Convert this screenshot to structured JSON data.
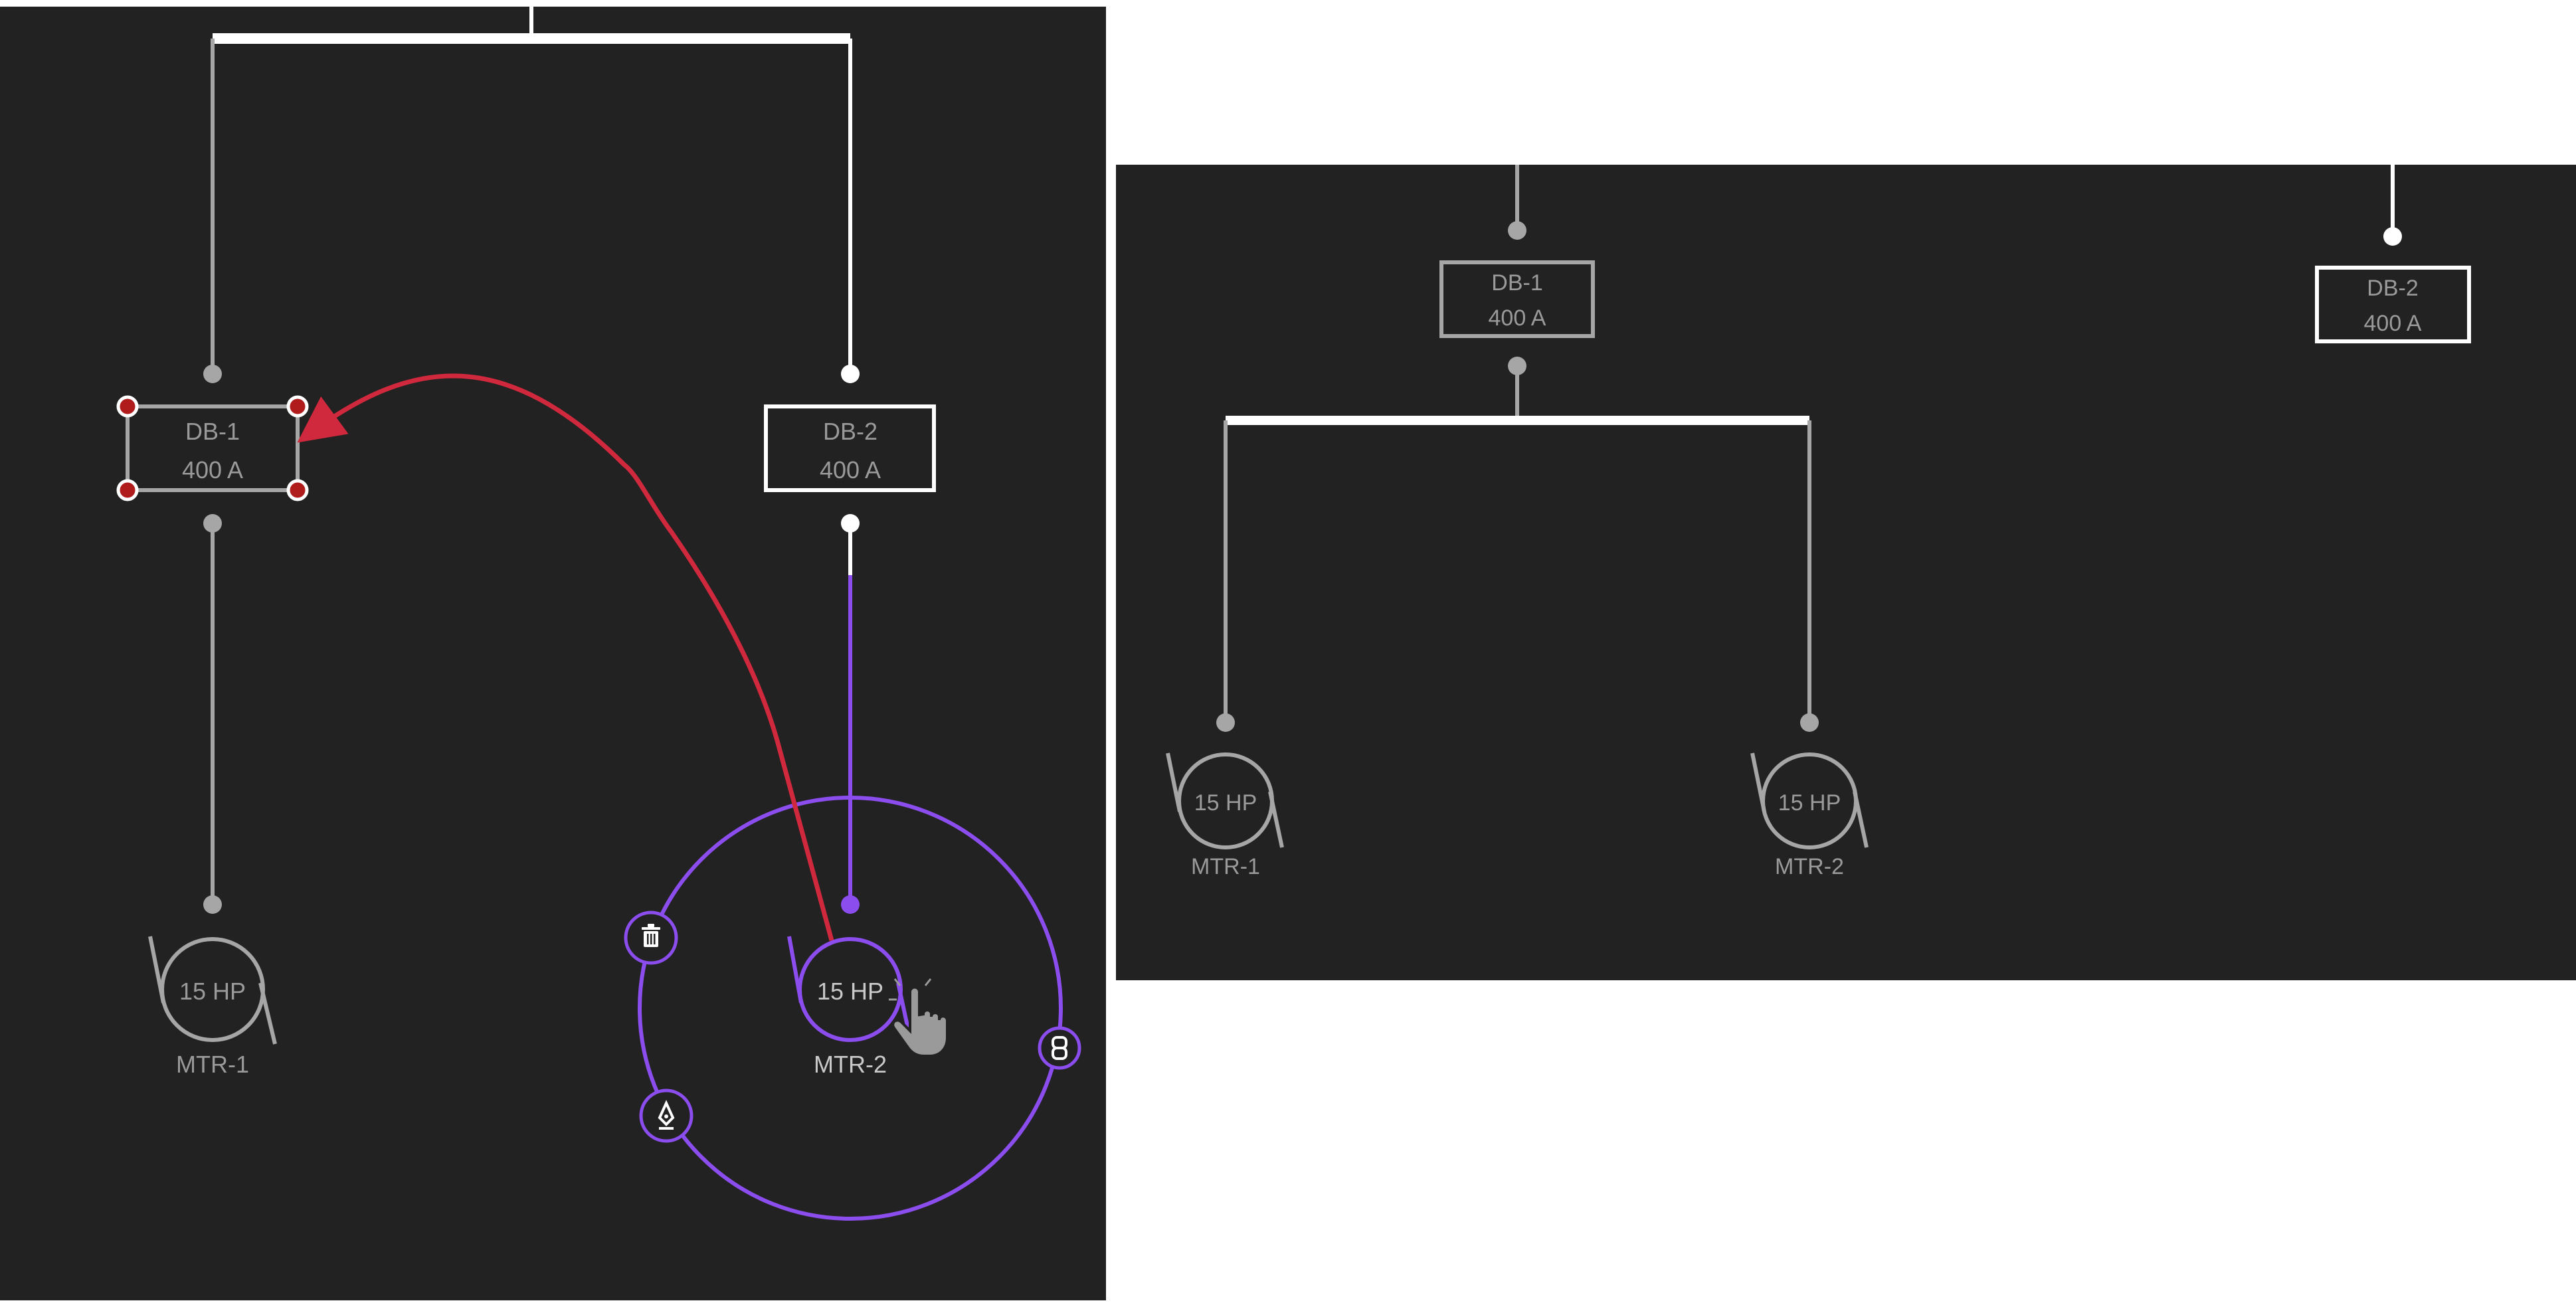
{
  "colors": {
    "panel_bg": "#222222",
    "page_bg": "#ffffff",
    "line_dim": "#a6a6a6",
    "line_bright": "#ffffff",
    "text_dim": "#9a9a9a",
    "text_bright": "#c9c9c9",
    "selection": "#8b4dee",
    "arrow": "#d0283c",
    "handle_fill": "#b01c1c"
  },
  "left_panel": {
    "db1": {
      "name": "DB-1",
      "rating": "400 A"
    },
    "db2": {
      "name": "DB-2",
      "rating": "400 A"
    },
    "mtr1": {
      "power": "15 HP",
      "name": "MTR-1"
    },
    "mtr2": {
      "power": "15 HP",
      "name": "MTR-2"
    },
    "radial_menu": {
      "icons": [
        "trash-icon",
        "link-icon",
        "pen-icon"
      ]
    },
    "cursor": "hand-pointer-icon"
  },
  "right_panel": {
    "db1": {
      "name": "DB-1",
      "rating": "400 A"
    },
    "db2": {
      "name": "DB-2",
      "rating": "400 A"
    },
    "mtr1": {
      "power": "15 HP",
      "name": "MTR-1"
    },
    "mtr2": {
      "power": "15 HP",
      "name": "MTR-2"
    }
  }
}
